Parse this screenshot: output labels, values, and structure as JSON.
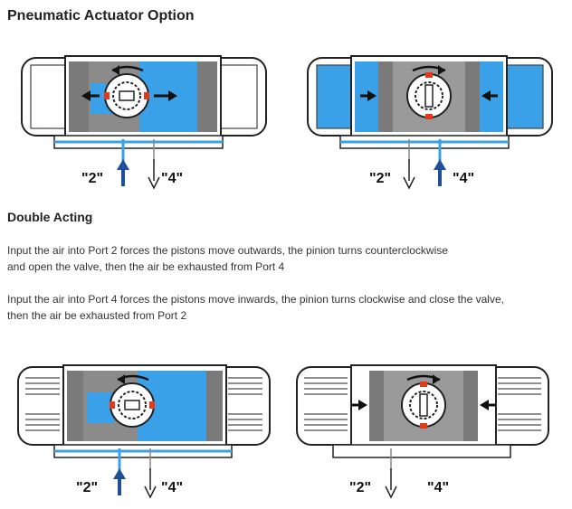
{
  "title": "Pneumatic Actuator Option",
  "section_heading": "Double Acting",
  "paragraphs": [
    {
      "line1": "Input the air into Port 2 forces the pistons move outwards, the pinion turns counterclockwise",
      "line2": "and open the valve, then the air be exhausted from Port 4"
    },
    {
      "line1": "Input the air into Port 4 forces the pistons move inwards, the pinion turns clockwise and close the valve,",
      "line2": "then the air be exhausted from Port 2"
    }
  ],
  "ports": {
    "port2": "\"2\"",
    "port4": "\"4\""
  },
  "colors": {
    "air_blue": "#3aa0e8",
    "body_gray": "#7a7a7a",
    "inlet_arrow": "#1f4e9a",
    "pinion_marker": "#e03a1a"
  }
}
